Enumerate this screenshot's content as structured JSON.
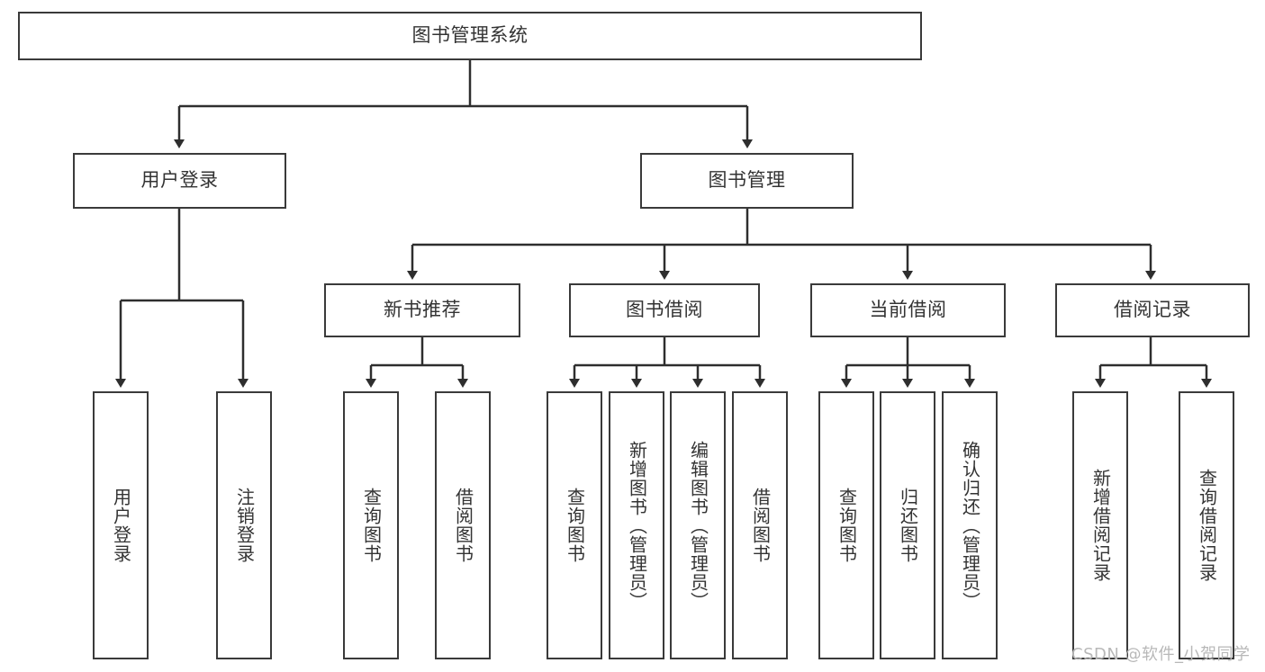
{
  "diagram": {
    "title_node": {
      "label": "图书管理系统"
    },
    "level2": [
      {
        "label": "用户登录"
      },
      {
        "label": "图书管理"
      }
    ],
    "level3": [
      {
        "label": "新书推荐"
      },
      {
        "label": "图书借阅"
      },
      {
        "label": "当前借阅"
      },
      {
        "label": "借阅记录"
      }
    ],
    "leaves": {
      "user_login": [
        {
          "label": "用户登录"
        },
        {
          "label": "注销登录"
        }
      ],
      "new_book_recommend": [
        {
          "label": "查询图书"
        },
        {
          "label": "借阅图书"
        }
      ],
      "book_borrow": [
        {
          "label": "查询图书"
        },
        {
          "label": "新增图书（管理员）"
        },
        {
          "label": "编辑图书（管理员）"
        },
        {
          "label": "借阅图书"
        }
      ],
      "current_borrow": [
        {
          "label": "查询图书"
        },
        {
          "label": "归还图书"
        },
        {
          "label": "确认归还（管理员）"
        }
      ],
      "borrow_record": [
        {
          "label": "新增借阅记录"
        },
        {
          "label": "查询借阅记录"
        }
      ]
    }
  },
  "watermark": {
    "text": "CSDN @软件_小贺同学"
  },
  "colors": {
    "box_border": "#3a3a3a",
    "connector": "#2e2e2e",
    "text": "#333333",
    "watermark": "#b8b8b8",
    "background": "#ffffff"
  }
}
